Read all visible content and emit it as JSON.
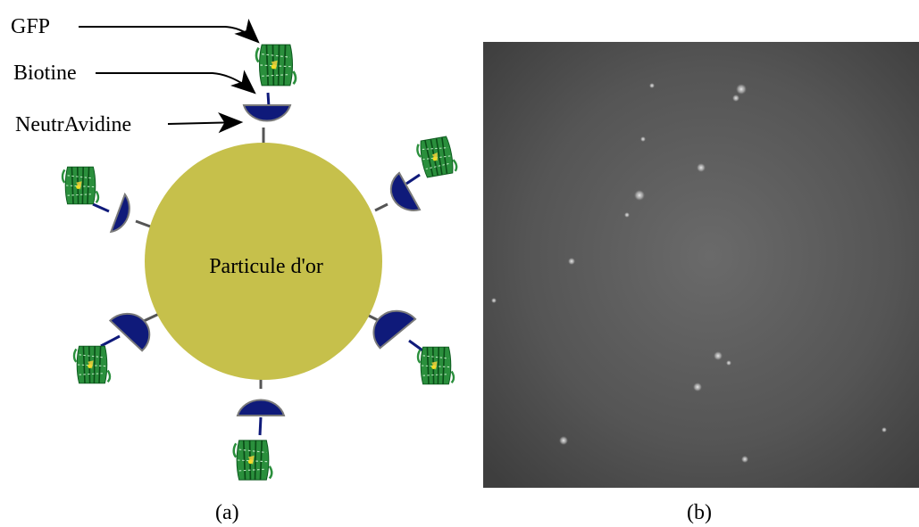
{
  "panel_a": {
    "labels": {
      "gfp": "GFP",
      "biotine": "Biotine",
      "neutravidine": "NeutrAvidine",
      "particle": "Particule d'or"
    },
    "caption": "(a)",
    "colors": {
      "particle": "#c6c04b",
      "neutravidin": "#0f1a7a",
      "linker": "#555555",
      "biotin": "#1a2a8a",
      "gfp": "#1f8a3a"
    }
  },
  "panel_b": {
    "caption": "(b)",
    "image_type": "fluorescence microscopy",
    "colors": {
      "background_center": "#6a6a6a",
      "background_edge": "#3e3e3e",
      "spot": "#e8e8e8"
    }
  }
}
